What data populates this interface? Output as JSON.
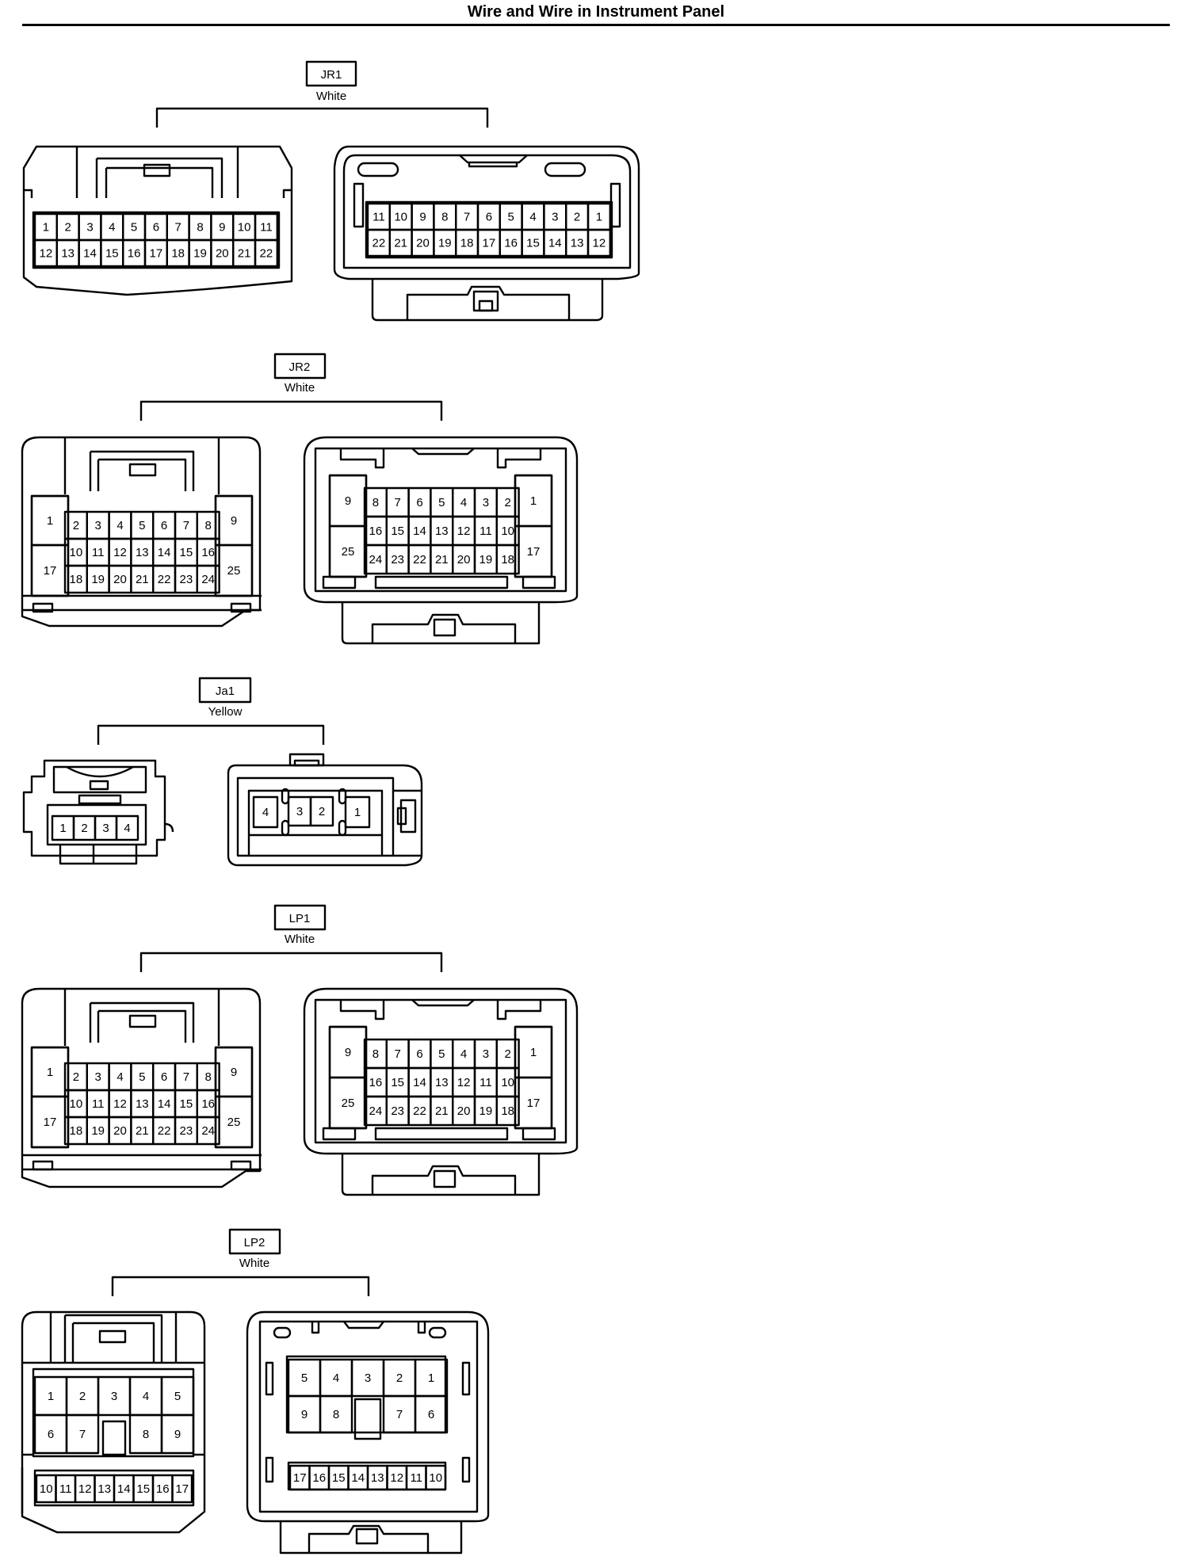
{
  "title": "Wire and Wire in Instrument Panel",
  "connectors": [
    {
      "id": "JR1",
      "color": "White"
    },
    {
      "id": "JR2",
      "color": "White"
    },
    {
      "id": "Ja1",
      "color": "Yellow"
    },
    {
      "id": "LP1",
      "color": "White"
    },
    {
      "id": "LP2",
      "color": "White"
    }
  ],
  "pins": {
    "jr1_left": [
      "1",
      "2",
      "3",
      "4",
      "5",
      "6",
      "7",
      "8",
      "9",
      "10",
      "11",
      "12",
      "13",
      "14",
      "15",
      "16",
      "17",
      "18",
      "19",
      "20",
      "21",
      "22"
    ],
    "jr1_right": [
      "11",
      "10",
      "9",
      "8",
      "7",
      "6",
      "5",
      "4",
      "3",
      "2",
      "1",
      "22",
      "21",
      "20",
      "19",
      "18",
      "17",
      "16",
      "15",
      "14",
      "13",
      "12"
    ],
    "jr2_left_main": [
      "2",
      "3",
      "4",
      "5",
      "6",
      "7",
      "8",
      "10",
      "11",
      "12",
      "13",
      "14",
      "15",
      "16",
      "18",
      "19",
      "20",
      "21",
      "22",
      "23",
      "24"
    ],
    "jr2_left_side": [
      "1",
      "17",
      "9",
      "25"
    ],
    "jr2_right_main": [
      "8",
      "7",
      "6",
      "5",
      "4",
      "3",
      "2",
      "16",
      "15",
      "14",
      "13",
      "12",
      "11",
      "10",
      "24",
      "23",
      "22",
      "21",
      "20",
      "19",
      "18"
    ],
    "jr2_right_side": [
      "9",
      "25",
      "1",
      "17"
    ],
    "ja1_left": [
      "1",
      "2",
      "3",
      "4"
    ],
    "ja1_right": [
      "4",
      "3",
      "2",
      "1"
    ],
    "lp1_left_main": [
      "2",
      "3",
      "4",
      "5",
      "6",
      "7",
      "8",
      "10",
      "11",
      "12",
      "13",
      "14",
      "15",
      "16",
      "18",
      "19",
      "20",
      "21",
      "22",
      "23",
      "24"
    ],
    "lp1_left_side": [
      "1",
      "17",
      "9",
      "25"
    ],
    "lp1_right_main": [
      "8",
      "7",
      "6",
      "5",
      "4",
      "3",
      "2",
      "16",
      "15",
      "14",
      "13",
      "12",
      "11",
      "10",
      "24",
      "23",
      "22",
      "21",
      "20",
      "19",
      "18"
    ],
    "lp1_right_side": [
      "9",
      "25",
      "1",
      "17"
    ],
    "lp2_left_top": [
      "1",
      "2",
      "3",
      "4",
      "5",
      "6",
      "7",
      "8",
      "9"
    ],
    "lp2_left_bottom": [
      "10",
      "11",
      "12",
      "13",
      "14",
      "15",
      "16",
      "17"
    ],
    "lp2_right_top": [
      "5",
      "4",
      "3",
      "2",
      "1",
      "9",
      "8",
      "7",
      "6"
    ],
    "lp2_right_bottom": [
      "17",
      "16",
      "15",
      "14",
      "13",
      "12",
      "11",
      "10"
    ]
  }
}
